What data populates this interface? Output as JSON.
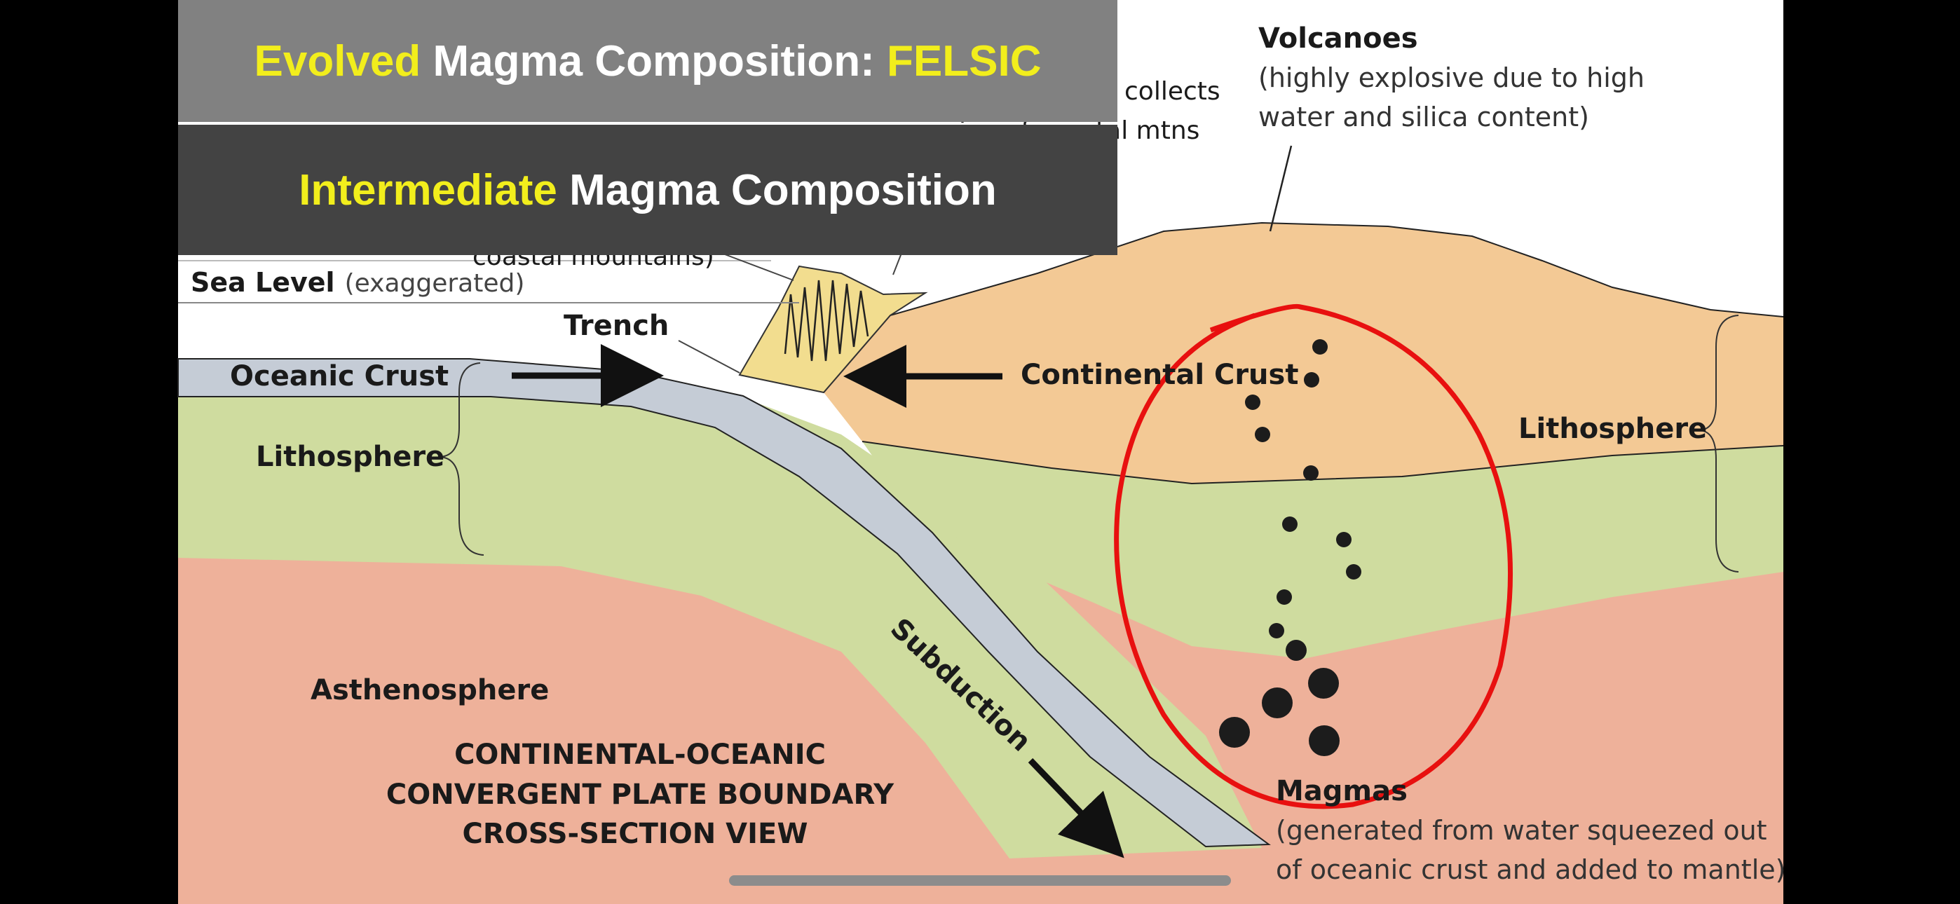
{
  "banners": {
    "evolved": {
      "highlight": "Evolved",
      "middle": " Magma Composition: ",
      "highlight2": "FELSIC"
    },
    "intermediate": {
      "highlight": "Intermediate",
      "rest": " Magma Composition"
    }
  },
  "diagram": {
    "partial_text": {
      "collects": "collects",
      "coastal_mtns": "ion of coastal mtns",
      "coastal_mountains": "coastal mountains)"
    },
    "labels": {
      "volcanoes": "Volcanoes",
      "volcanoes_note_1": "(highly explosive due to high",
      "volcanoes_note_2": "water and silica content)",
      "sea_level": "Sea Level",
      "sea_level_note": "(exaggerated)",
      "trench": "Trench",
      "oceanic_crust": "Oceanic Crust",
      "continental_crust": "Continental Crust",
      "lithosphere_left": "Lithosphere",
      "lithosphere_right": "Lithosphere",
      "asthenosphere": "Asthenosphere",
      "subduction": "Subduction",
      "magmas": "Magmas",
      "magmas_note_1": "(generated from water squeezed out",
      "magmas_note_2": "of oceanic crust and added to mantle)",
      "title_1": "CONTINENTAL-OCEANIC",
      "title_2": "CONVERGENT PLATE BOUNDARY",
      "title_3": "CROSS-SECTION VIEW"
    }
  },
  "colors": {
    "highlight": "#f2ee1c",
    "asthenosphere": "#eeb19a",
    "lithosphere": "#cfdc9f",
    "continental_crust": "#f3c995",
    "oceanic_crust": "#c5ccd6",
    "annotation_circle": "#e8100f"
  },
  "icons": {
    "magma_drops": "magma-drop-icon",
    "arrows": "arrow-icon"
  }
}
